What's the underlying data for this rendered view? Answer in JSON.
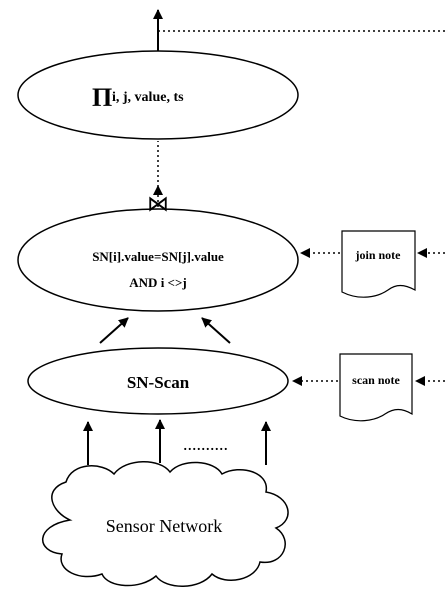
{
  "projection": {
    "symbol": "Π",
    "subscript": "i,  j, value, ts"
  },
  "join": {
    "symbol": "⋈",
    "condition_line1": "SN[i].value=SN[j].value",
    "condition_line2": "AND   i <>j"
  },
  "scan": {
    "label": "SN-Scan"
  },
  "dots": "..........",
  "source": {
    "label": "Sensor Network"
  },
  "notes": {
    "join_note": "join note",
    "scan_note": "scan note"
  }
}
